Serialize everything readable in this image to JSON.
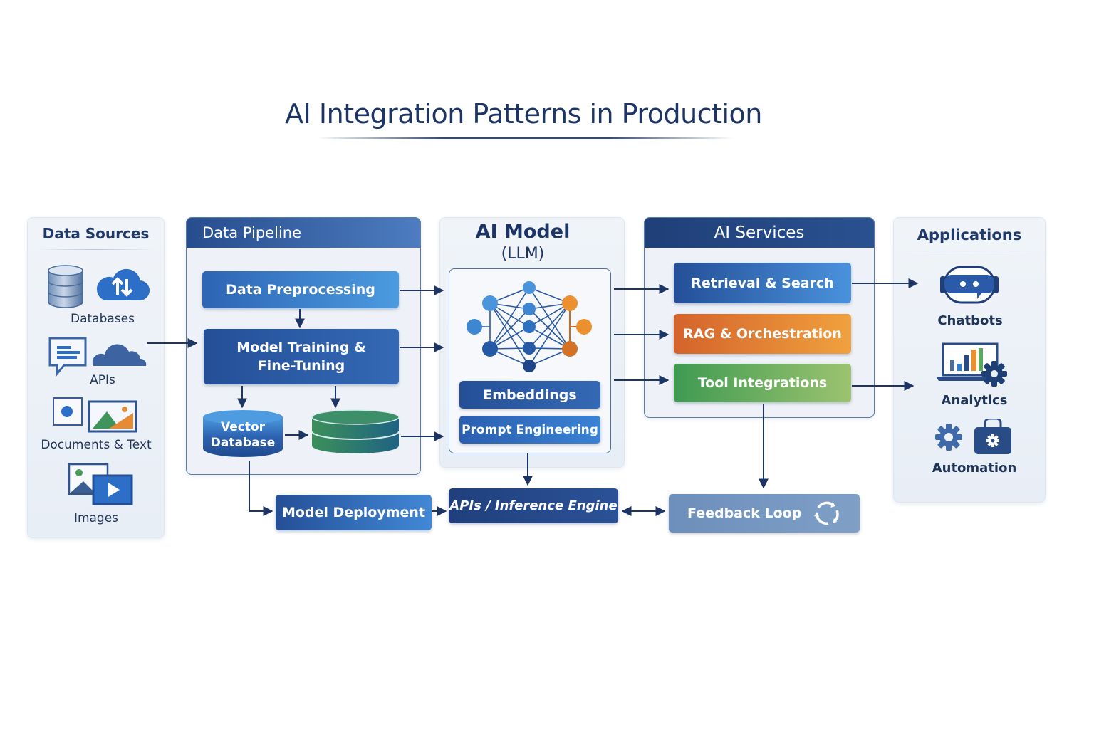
{
  "title": "AI Integration Patterns in Production",
  "colors": {
    "navy": "#1c3564",
    "primary_blue": "#2d64b4",
    "orange": "#e38834",
    "green": "#5aa95c",
    "feedback": "#7396c2"
  },
  "data_sources": {
    "title": "Data Sources",
    "items": [
      {
        "label": "Databases",
        "icons": [
          "database-icon",
          "cloud-sync-icon"
        ]
      },
      {
        "label": "APIs",
        "icons": [
          "chat-document-icon",
          "cloud-icon"
        ]
      },
      {
        "label": "Documents & Text",
        "icons": [
          "document-icon",
          "picture-icon"
        ]
      },
      {
        "label": "Images",
        "icons": [
          "image-video-icon"
        ]
      }
    ]
  },
  "data_pipeline": {
    "title": "Data Pipeline",
    "preprocessing": "Data Preprocessing",
    "training_line1": "Model Training &",
    "training_line2": "Fine-Tuning",
    "vector_db_line1": "Vector",
    "vector_db_line2": "Database"
  },
  "ai_model": {
    "title": "AI Model",
    "subtitle": "(LLM)",
    "embeddings": "Embeddings",
    "prompt_engineering": "Prompt Engineering"
  },
  "ai_services": {
    "title": "AI Services",
    "items": [
      "Retrieval & Search",
      "RAG & Orchestration",
      "Tool Integrations"
    ]
  },
  "applications": {
    "title": "Applications",
    "items": [
      {
        "label": "Chatbots",
        "icon": "chatbot-icon"
      },
      {
        "label": "Analytics",
        "icon": "analytics-icon"
      },
      {
        "label": "Automation",
        "icon": "automation-icon"
      }
    ]
  },
  "bottom_flow": {
    "deployment": "Model Deployment",
    "inference": "APIs / Inference Engine",
    "feedback": "Feedback Loop"
  }
}
